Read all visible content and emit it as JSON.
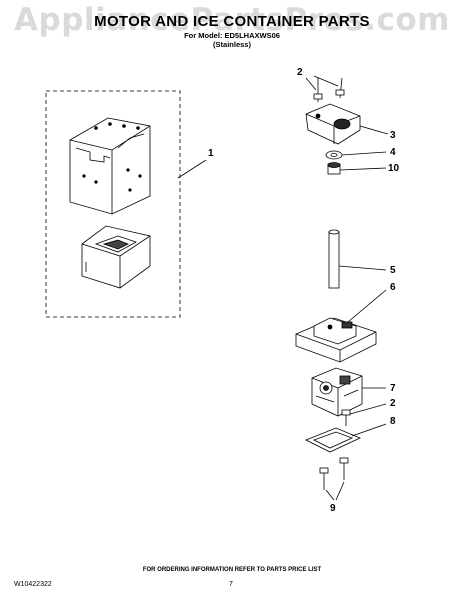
{
  "watermark": "AppliancePartsPros.com",
  "header": {
    "title": "MOTOR AND ICE CONTAINER PARTS",
    "model_line": "For Model: ED5LHAXWS06",
    "variant_line": "(Stainless)"
  },
  "callouts": {
    "c1": "1",
    "c2_top": "2",
    "c3": "3",
    "c4": "4",
    "c10": "10",
    "c5": "5",
    "c6": "6",
    "c7": "7",
    "c2_bottom": "2",
    "c8": "8",
    "c9": "9"
  },
  "footer": {
    "order_info": "FOR ORDERING INFORMATION REFER TO PARTS PRICE LIST",
    "doc_code": "W10422322",
    "page_number": "7"
  }
}
